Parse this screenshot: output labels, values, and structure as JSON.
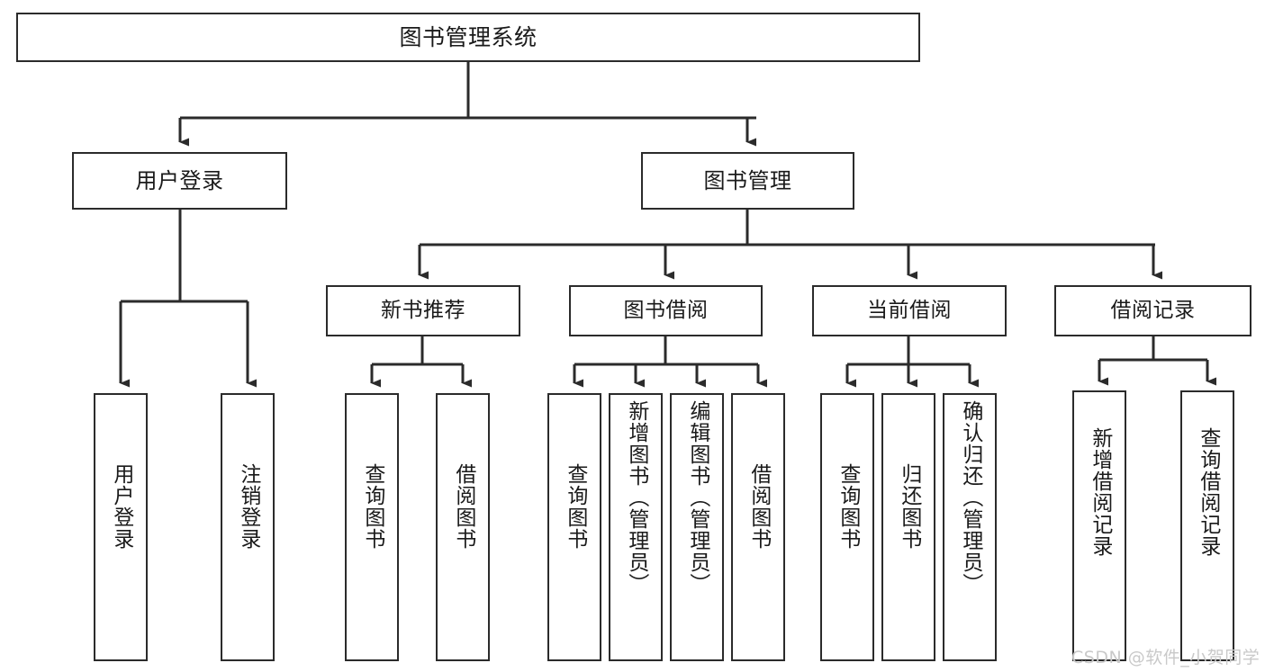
{
  "diagram": {
    "type": "tree-hierarchy-chart",
    "title": "图书管理系统",
    "watermark": "CSDN @软件_小贺同学",
    "colors": {
      "box_border": "#2b2b2b",
      "box_fill": "#ffffff",
      "connector": "#2b2b2b",
      "text": "#1a1a1a",
      "watermark": "#c9c9c9",
      "background": "#ffffff"
    }
  },
  "nodes": {
    "root": {
      "label": "图书管理系统",
      "level": 1
    },
    "level2": [
      {
        "id": "user-login",
        "label": "用户登录"
      },
      {
        "id": "book-management",
        "label": "图书管理"
      }
    ],
    "level3": [
      {
        "id": "new-book-recommend",
        "label": "新书推荐",
        "parent": "book-management"
      },
      {
        "id": "book-borrow",
        "label": "图书借阅",
        "parent": "book-management"
      },
      {
        "id": "current-borrow",
        "label": "当前借阅",
        "parent": "book-management"
      },
      {
        "id": "borrow-record",
        "label": "借阅记录",
        "parent": "book-management"
      }
    ],
    "leaves": [
      {
        "id": "leaf-user-login",
        "label": "用户登录",
        "parent": "user-login"
      },
      {
        "id": "leaf-logout-login",
        "label": "注销登录",
        "parent": "user-login"
      },
      {
        "id": "leaf-query-book-1",
        "label": "查询图书",
        "parent": "new-book-recommend"
      },
      {
        "id": "leaf-borrow-book-1",
        "label": "借阅图书",
        "parent": "new-book-recommend"
      },
      {
        "id": "leaf-query-book-2",
        "label": "查询图书",
        "parent": "book-borrow"
      },
      {
        "id": "leaf-add-book",
        "label": "新增图书（管理员）",
        "parent": "book-borrow"
      },
      {
        "id": "leaf-edit-book",
        "label": "编辑图书（管理员）",
        "parent": "book-borrow"
      },
      {
        "id": "leaf-borrow-book-2",
        "label": "借阅图书",
        "parent": "book-borrow"
      },
      {
        "id": "leaf-query-book-3",
        "label": "查询图书",
        "parent": "current-borrow"
      },
      {
        "id": "leaf-return-book",
        "label": "归还图书",
        "parent": "current-borrow"
      },
      {
        "id": "leaf-confirm-return",
        "label": "确认归还（管理员）",
        "parent": "current-borrow"
      },
      {
        "id": "leaf-add-record",
        "label": "新增借阅记录",
        "parent": "borrow-record"
      },
      {
        "id": "leaf-query-record",
        "label": "查询借阅记录",
        "parent": "borrow-record"
      }
    ]
  }
}
